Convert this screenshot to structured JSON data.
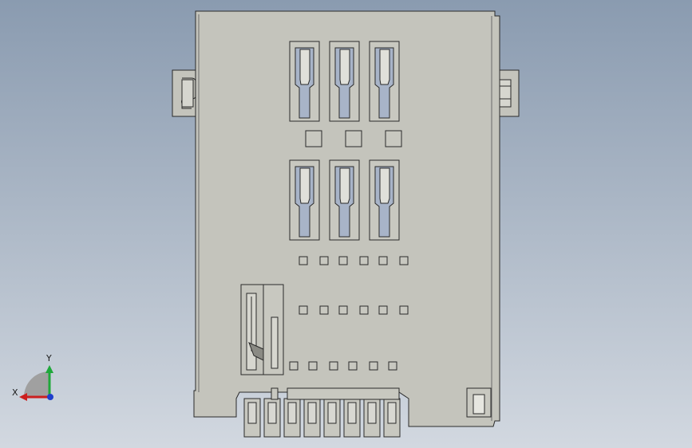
{
  "viewport": {
    "background_top": "#8a9bb0",
    "background_bottom": "#d2d8e0"
  },
  "model": {
    "name": "sim-card-connector",
    "body_color": "#c4c4bc",
    "edge_color": "#2a2a2a",
    "contact_window_count": 6,
    "square_pad_count": 21,
    "solder_terminal_count": 8,
    "contact_spring_color": "#a8b4c8"
  },
  "triad": {
    "x_label": "X",
    "y_label": "Y",
    "x_color": "#cc1f1f",
    "y_color": "#1fa83a",
    "z_color": "#1f3fcc"
  }
}
